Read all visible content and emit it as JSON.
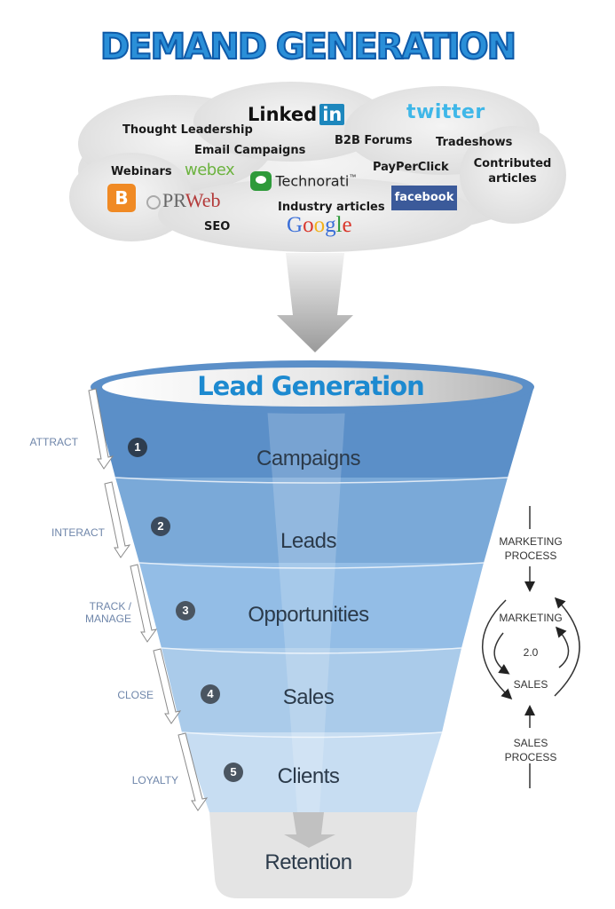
{
  "title": "DEMAND GENERATION",
  "cloud": {
    "items": [
      {
        "text": "Thought Leadership"
      },
      {
        "text": "Email Campaigns"
      },
      {
        "text": "Webinars"
      },
      {
        "text": "SEO"
      },
      {
        "text": "B2B Forums"
      },
      {
        "text": "Tradeshows"
      },
      {
        "text": "PayPerClick"
      },
      {
        "text": "Contributed articles"
      },
      {
        "text": "Industry articles"
      }
    ],
    "logos": {
      "linkedin_word": "Linked",
      "linkedin_in": "in",
      "twitter": "twitter",
      "webex": "webex",
      "technorati": "Technorati",
      "technorati_tm": "™",
      "prweb_pr": "PR",
      "prweb_web": "Web",
      "facebook": "facebook",
      "google": [
        "G",
        "o",
        "o",
        "g",
        "l",
        "e"
      ],
      "blogger": "B"
    }
  },
  "funnel": {
    "title": "Lead Generation",
    "stages": [
      {
        "num": "1",
        "label": "Campaigns",
        "side": "ATTRACT"
      },
      {
        "num": "2",
        "label": "Leads",
        "side": "INTERACT"
      },
      {
        "num": "3",
        "label": "Opportunities",
        "side": "TRACK /\nMANAGE"
      },
      {
        "num": "4",
        "label": "Sales",
        "side": "CLOSE"
      },
      {
        "num": "5",
        "label": "Clients",
        "side": "LOYALTY"
      }
    ],
    "bottom": "Retention",
    "colors": [
      "#5b8fc8",
      "#7aa9d8",
      "#93bde6",
      "#aacbea",
      "#c7ddf2"
    ]
  },
  "cycle": {
    "top": "MARKETING\nPROCESS",
    "marketing": "MARKETING",
    "version": "2.0",
    "sales": "SALES",
    "bottom": "SALES\nPROCESS"
  }
}
